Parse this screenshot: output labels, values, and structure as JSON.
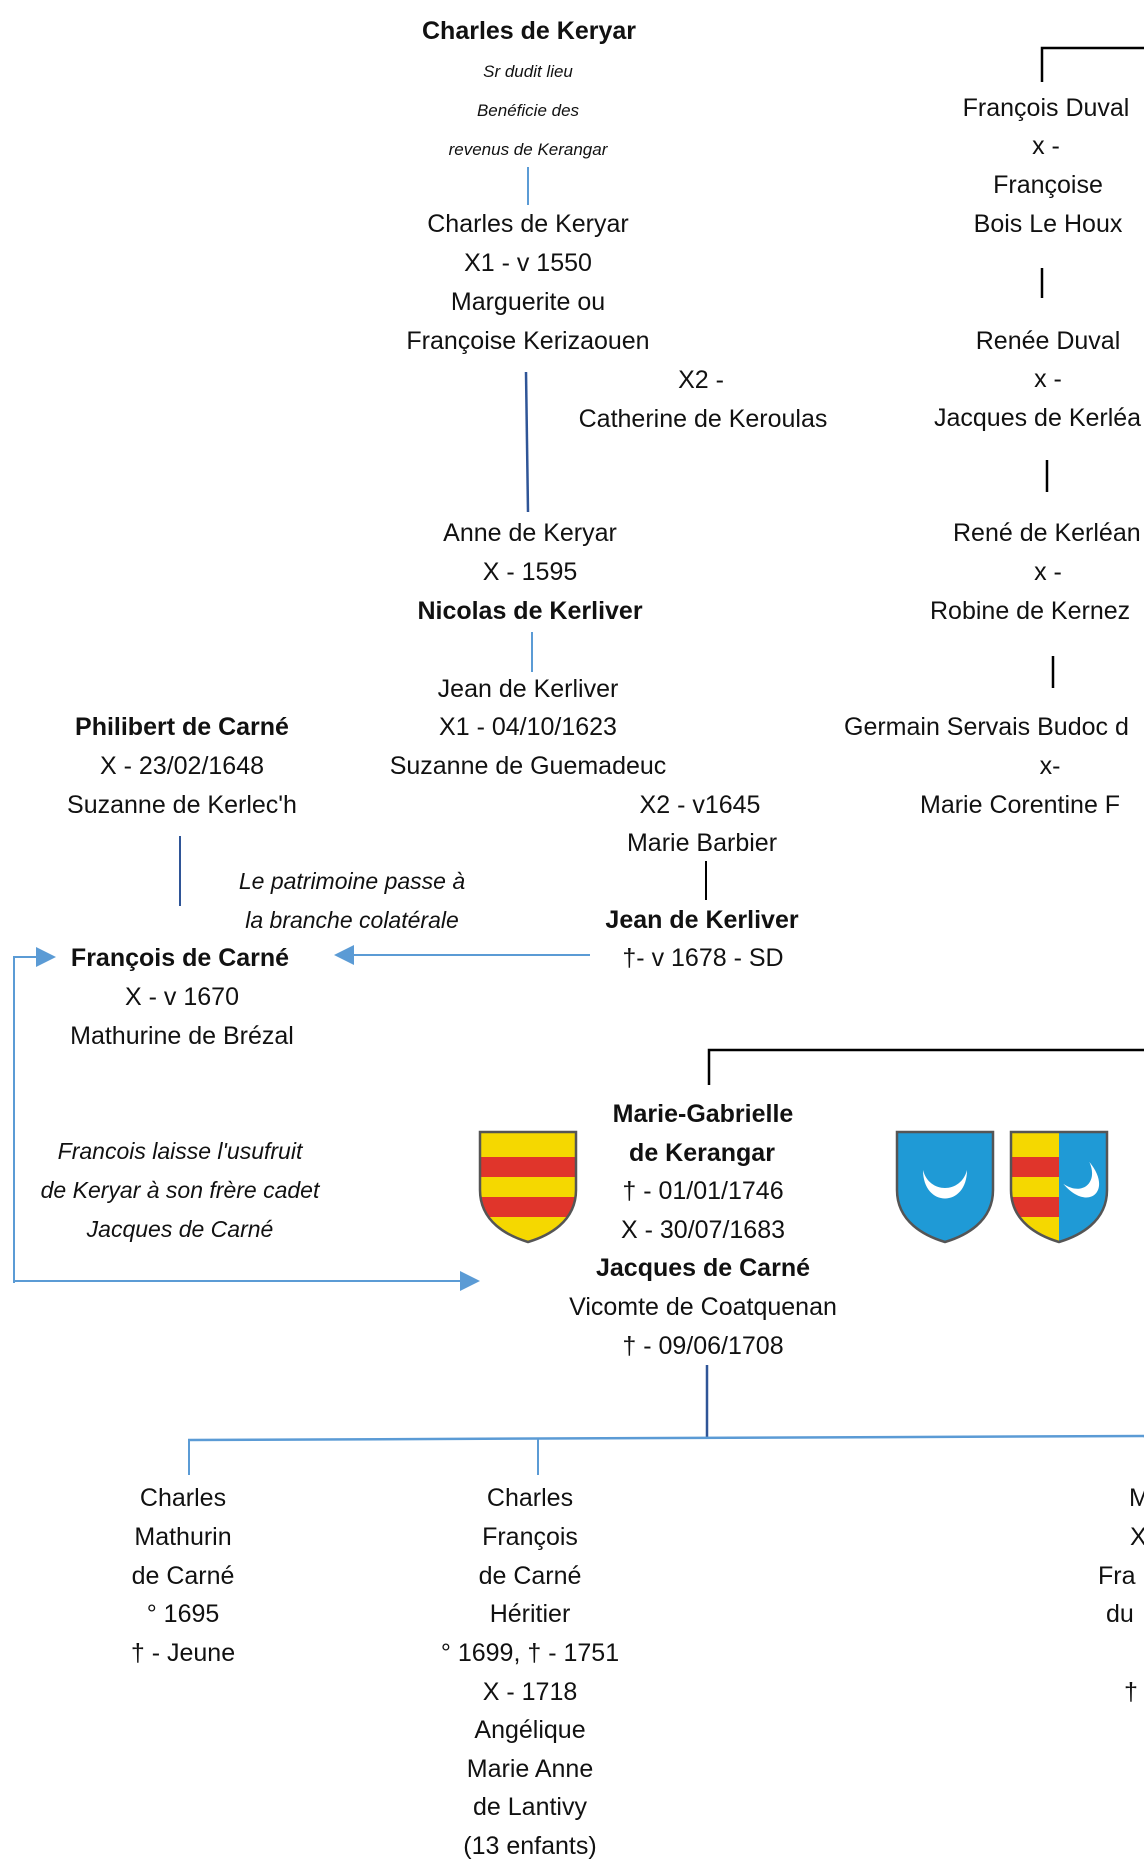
{
  "tree": {
    "top": {
      "name": "Charles de Keryar",
      "notes": [
        "Sr dudit lieu",
        "Benéficie des",
        "revenus de Kerangar"
      ]
    },
    "charles2": {
      "name": "Charles de Keryar",
      "marriage1": "X1 - v 1550",
      "spouse1_line1": "Marguerite ou",
      "spouse1_line2": "Françoise Kerizaouen",
      "marriage2": "X2 -",
      "spouse2": "Catherine de Keroulas"
    },
    "anne": {
      "name": "Anne de Keryar",
      "marriage": "X - 1595",
      "spouse": "Nicolas de Kerliver"
    },
    "jean1": {
      "name": "Jean de Kerliver",
      "marriage1": "X1 - 04/10/1623",
      "spouse1": "Suzanne de Guemadeuc",
      "marriage2": "X2 - v1645",
      "spouse2": "Marie Barbier"
    },
    "jean2": {
      "name": "Jean de Kerliver",
      "death": "†-  v 1678 - SD"
    },
    "philibert": {
      "name": "Philibert de Carné",
      "marriage": "X - 23/02/1648",
      "spouse": "Suzanne de Kerlec'h"
    },
    "patrimoine_note": [
      "Le patrimoine passe à",
      "la branche colatérale"
    ],
    "francois": {
      "name": "François de Carné",
      "marriage": "X - v 1670",
      "spouse": "Mathurine de Brézal"
    },
    "usufruit_note": [
      "Francois laisse l'usufruit",
      "de Keryar à son frère cadet",
      "Jacques de Carné"
    ],
    "marie_gabrielle": {
      "name_line1": "Marie-Gabrielle",
      "name_line2": "de Kerangar",
      "death": "† - 01/01/1746",
      "marriage": "X - 30/07/1683",
      "spouse": "Jacques de Carné",
      "title": "Vicomte de Coatquenan",
      "spouse_death": "† - 09/06/1708"
    },
    "right_branch": {
      "duval": "François Duval",
      "x1": "x -",
      "francoise": "Françoise",
      "boisleh": "Bois Le Houx",
      "renee": "Renée Duval",
      "x2": "x -",
      "jacques_k": "Jacques de Kerléa",
      "rene": "René de Kerléan",
      "x3": "x -",
      "robine": "Robine de Kernez",
      "germain": "Germain Servais Budoc d",
      "x4": "x-",
      "marie_cor": "Marie Corentine F"
    },
    "child1": [
      "Charles",
      "Mathurin",
      "de Carné",
      "° 1695",
      "† - Jeune"
    ],
    "child2": [
      "Charles",
      "François",
      "de Carné",
      "Héritier",
      "° 1699, † - 1751",
      "X - 1718",
      "Angélique",
      "Marie Anne",
      "de Lantivy",
      "(13 enfants)"
    ],
    "child3_partial": [
      "M",
      "X",
      "Fra",
      "du",
      "",
      "†"
    ]
  },
  "colors": {
    "line_blue": "#5b9bd5",
    "line_navy": "#2f5597",
    "shield_yellow": "#f5d800",
    "shield_red": "#e0352b",
    "shield_blue": "#1f9ad6"
  }
}
